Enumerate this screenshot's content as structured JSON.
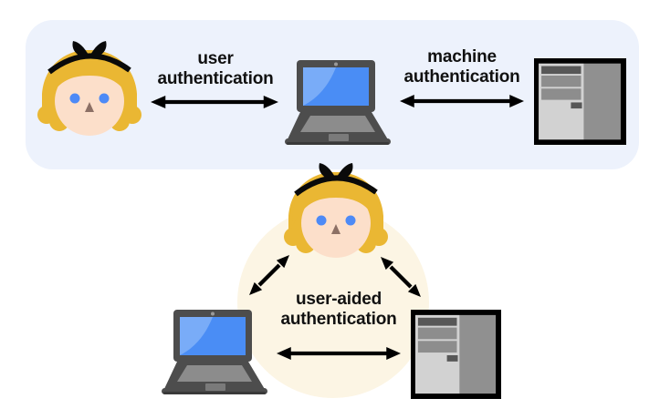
{
  "colors": {
    "page-bg": "#ffffff",
    "panel-bg": "#edf2fc",
    "circle-bg": "#fcf5e4",
    "text": "#111111",
    "arrow": "#000000",
    "hair": "#eab733",
    "skin": "#fcdfca",
    "eye": "#4d8af6",
    "nose": "#8c7065",
    "bow": "#0a0a0a",
    "laptop-frame": "#4d4d4d",
    "laptop-frame-dark": "#393939",
    "laptop-screen": "#4a8df5",
    "laptop-screen-light": "#79acf8",
    "laptop-keys": "#8c8c8c",
    "laptop-trackpad": "#7a7a7a",
    "server-frame": "#000000",
    "server-left": "#d2d2d2",
    "server-right": "#909090",
    "server-bar": "#8d8d8d",
    "server-bar-dark": "#575757"
  },
  "icons": {
    "user": "girl-face-icon",
    "client": "laptop-icon",
    "server": "server-icon",
    "link": "double-headed-arrow-icon"
  },
  "diagram": {
    "top_panel": {
      "nodes": [
        "user",
        "laptop",
        "server"
      ],
      "links": [
        {
          "from": "user",
          "to": "laptop",
          "label_line1": "user",
          "label_line2": "authentication"
        },
        {
          "from": "laptop",
          "to": "server",
          "label_line1": "machine",
          "label_line2": "authentication"
        }
      ]
    },
    "bottom_group": {
      "nodes": [
        "user",
        "laptop",
        "server"
      ],
      "label_line1": "user-aided",
      "label_line2": "authentication"
    }
  }
}
